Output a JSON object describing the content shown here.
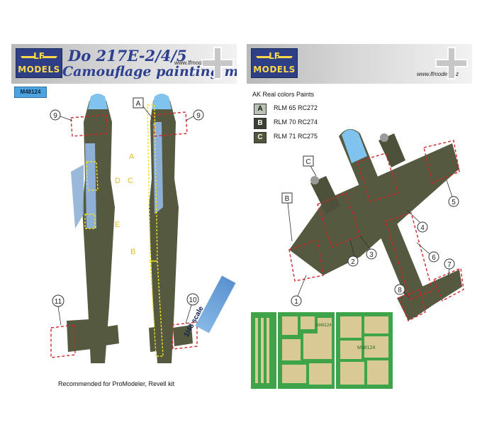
{
  "left_card": {
    "logo_top": "LF",
    "logo_bottom": "MODELS",
    "title_line1": "Do 217E-2/4/5",
    "title_line2": "Camouflage painting mask",
    "url": "www.lfmodels.cz",
    "code": "M48124",
    "callouts": {
      "a": "A",
      "b": "B",
      "c": "C",
      "d": "D",
      "e": "E",
      "n9_left": "9",
      "n9_right": "9",
      "n10": "10",
      "n11": "11"
    },
    "recommended": "Recommended for ProModeler, Revell kit",
    "scale": "1/48 scale"
  },
  "right_card": {
    "logo_top": "LF",
    "logo_bottom": "MODELS",
    "url": "www.lfmodels.cz",
    "paints_title": "AK Real colors Paints",
    "paints": [
      {
        "letter": "A",
        "label": "RLM 65 RC272",
        "color": "#b9c2b4",
        "text_color": "#111111"
      },
      {
        "letter": "B",
        "label": "RLM 70  RC274",
        "color": "#3c3f33",
        "text_color": "#ffffff"
      },
      {
        "letter": "C",
        "label": "RLM 71 RC275",
        "color": "#4f5639",
        "text_color": "#ffffff"
      }
    ],
    "callouts": {
      "b": "B",
      "c": "C",
      "n1": "1",
      "n2": "2",
      "n3": "3",
      "n4": "4",
      "n5": "5",
      "n6": "6",
      "n7": "7",
      "n8": "8"
    },
    "sheet_code": "M48124"
  },
  "colors": {
    "camo_green": "#55593f",
    "camo_dark": "#44483a",
    "underside_blue": "#8fb0d6",
    "glazing": "#7fc3ee",
    "mask_dash": "#d2262a",
    "mask_yellow": "#f0e020",
    "sheet_green": "#3fa34a",
    "mask_tan": "#d9c995"
  }
}
